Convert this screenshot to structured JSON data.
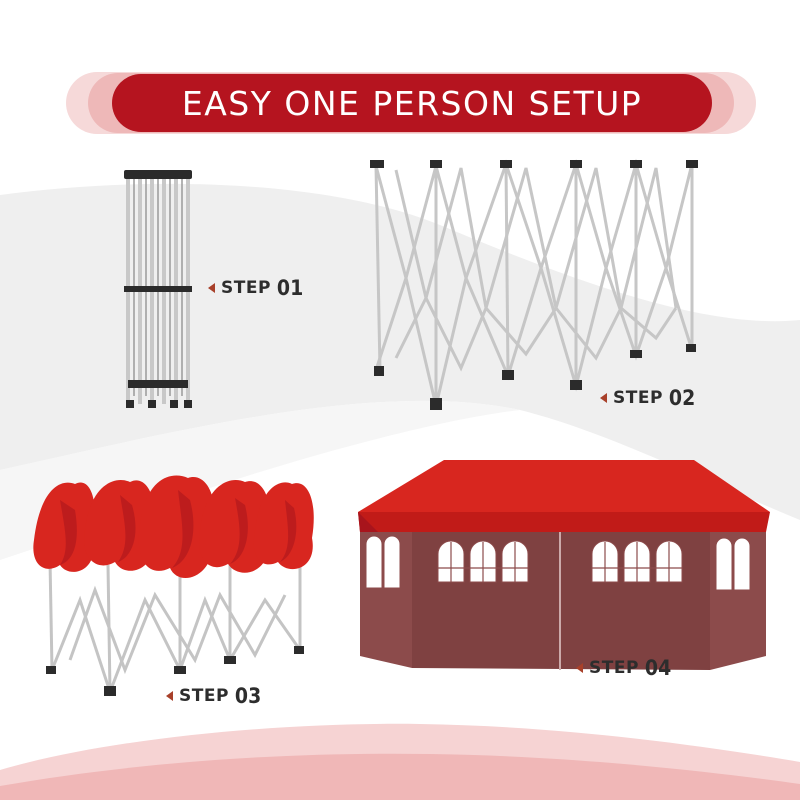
{
  "banner": {
    "title": "EASY ONE PERSON SETUP"
  },
  "steps": [
    {
      "word": "STEP",
      "num": "01"
    },
    {
      "word": "STEP",
      "num": "02"
    },
    {
      "word": "STEP",
      "num": "03"
    },
    {
      "word": "STEP",
      "num": "04"
    }
  ],
  "colors": {
    "banner_red": "#b5141f",
    "canopy_red": "#d8261f",
    "wall_brown": "#8c4b4b",
    "frame_grey": "#c4c4c4",
    "swoosh_grey": "#ececec",
    "pink": "#f3c4c4"
  }
}
